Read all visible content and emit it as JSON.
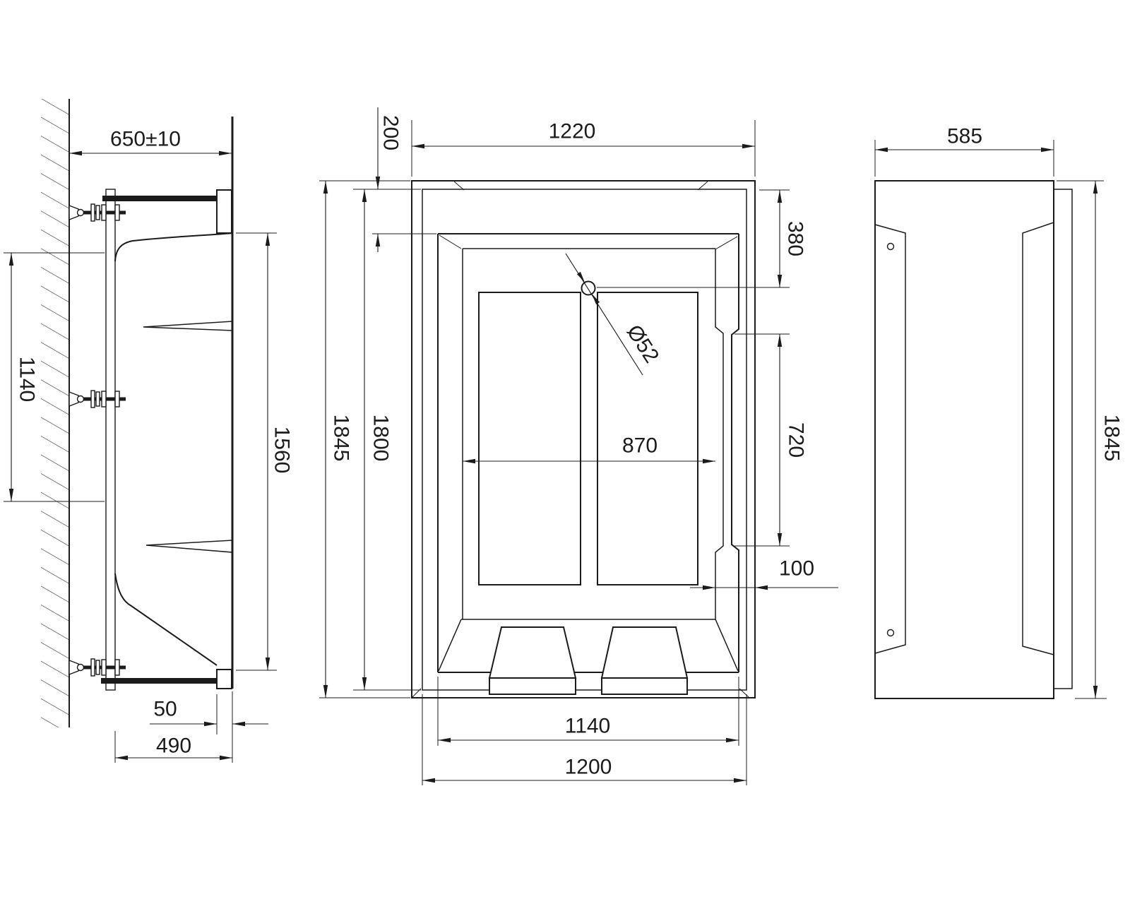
{
  "meta": {
    "ink": "#1b1b1b",
    "background": "#ffffff"
  },
  "views": {
    "side": {
      "dims": {
        "wall_offset": "650±10",
        "anchor_spacing": "1140",
        "shell_height": "1560",
        "cap": "50",
        "depth": "490"
      }
    },
    "front": {
      "dims": {
        "rim_inset": "200",
        "overall_width": "1220",
        "drain_offset": "380",
        "drain_diameter": "Ø52",
        "basin_width": "870",
        "grip_recess_height": "720",
        "overall_height": "1845",
        "shell_height": "1800",
        "side_offset": "100",
        "inner_width": "1140",
        "shell_width": "1200"
      }
    },
    "profile": {
      "dims": {
        "depth": "585",
        "overall_height": "1845"
      }
    }
  }
}
